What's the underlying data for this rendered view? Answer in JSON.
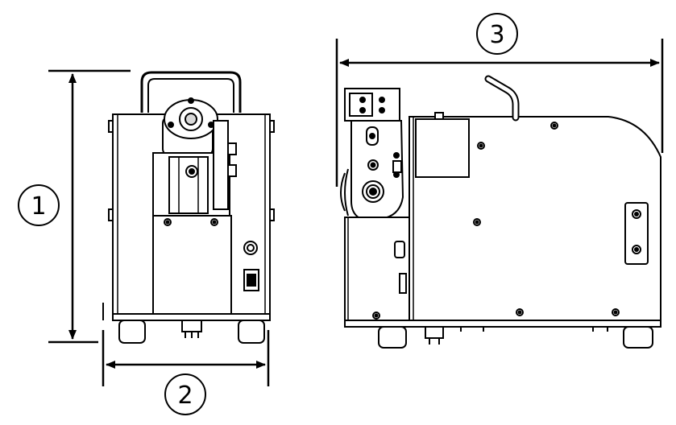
{
  "callouts": {
    "height": "1",
    "width": "2",
    "depth": "3"
  },
  "colors": {
    "line": "#000000",
    "body_fill": "#ffffff",
    "shade": "#d9d9d9"
  }
}
